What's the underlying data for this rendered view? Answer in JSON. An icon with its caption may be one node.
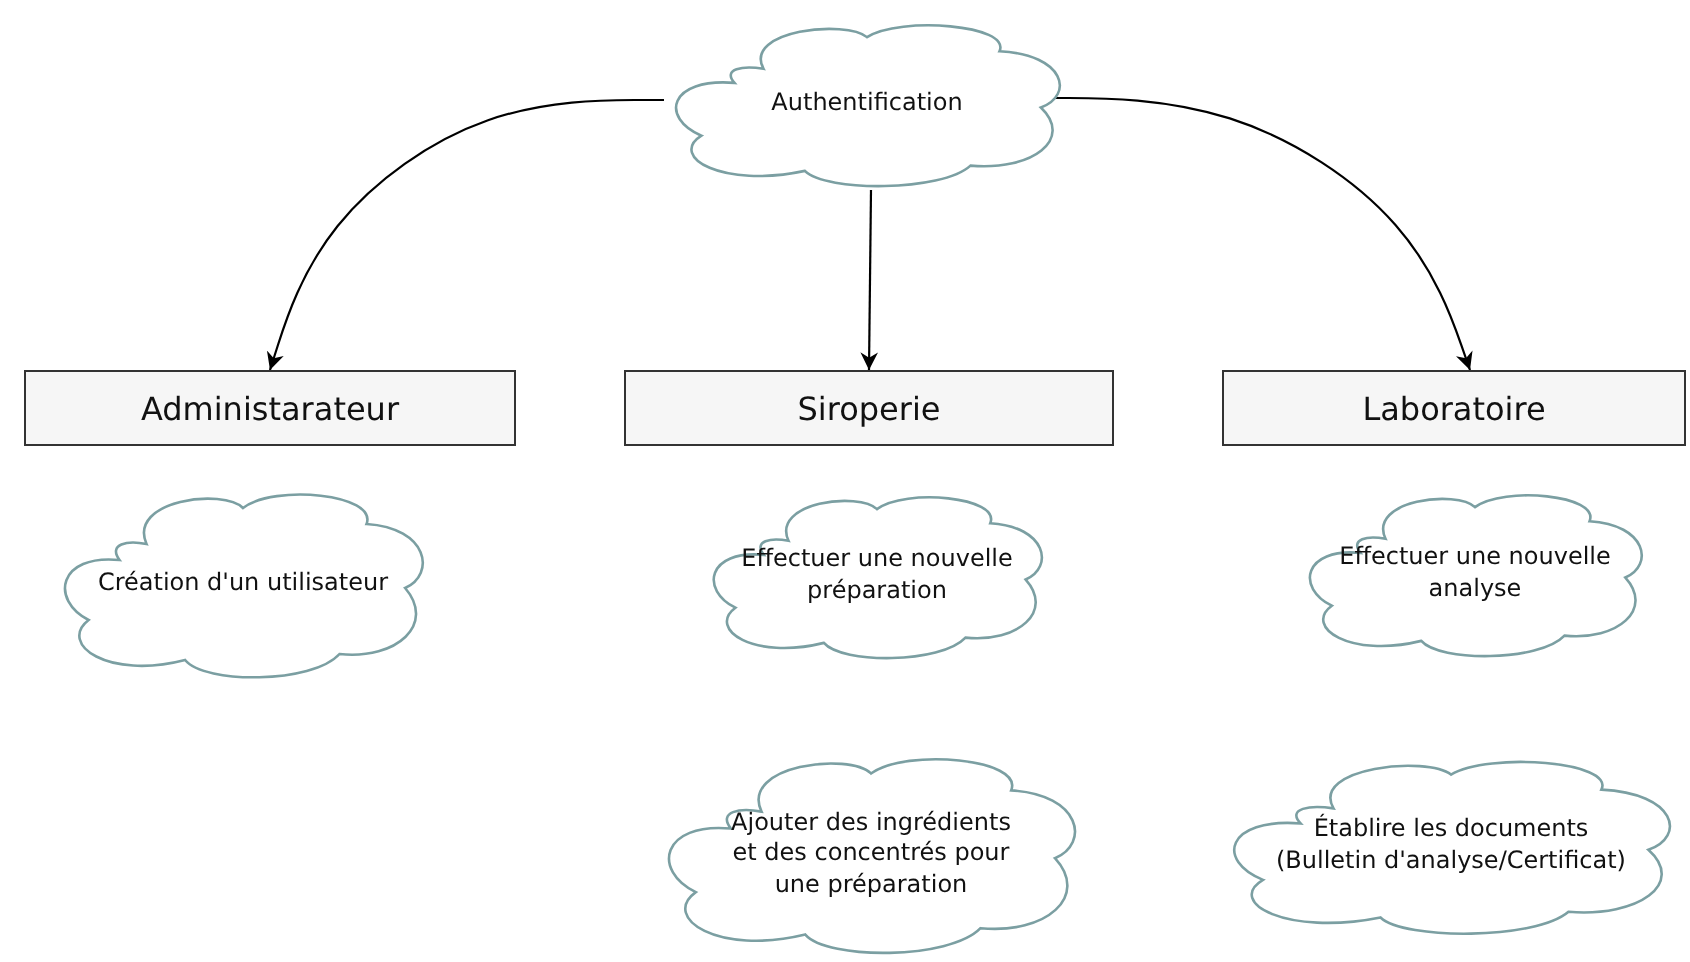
{
  "diagram": {
    "nodes": [
      {
        "text": [
          "Authentification"
        ]
      },
      {
        "text": [
          "Administarateur"
        ]
      },
      {
        "text": [
          "Siroperie"
        ]
      },
      {
        "text": [
          "Laboratoire"
        ]
      },
      {
        "text": [
          "Création d'un utilisateur"
        ]
      },
      {
        "text": [
          "Effectuer une nouvelle préparation"
        ]
      },
      {
        "text": [
          "Effectuer une nouvelle analyse"
        ]
      },
      {
        "text": [
          "Ajouter des ingrédients et des concentrés pour une préparation"
        ]
      },
      {
        "text": [
          "Établire les documents (Bulletin d'analyse/Certificat)"
        ]
      }
    ],
    "edges": [
      {
        "from": 0,
        "to": 1,
        "arrow": "to"
      },
      {
        "from": 0,
        "to": 2,
        "arrow": "to"
      },
      {
        "from": 0,
        "to": 3,
        "arrow": "to"
      }
    ]
  }
}
